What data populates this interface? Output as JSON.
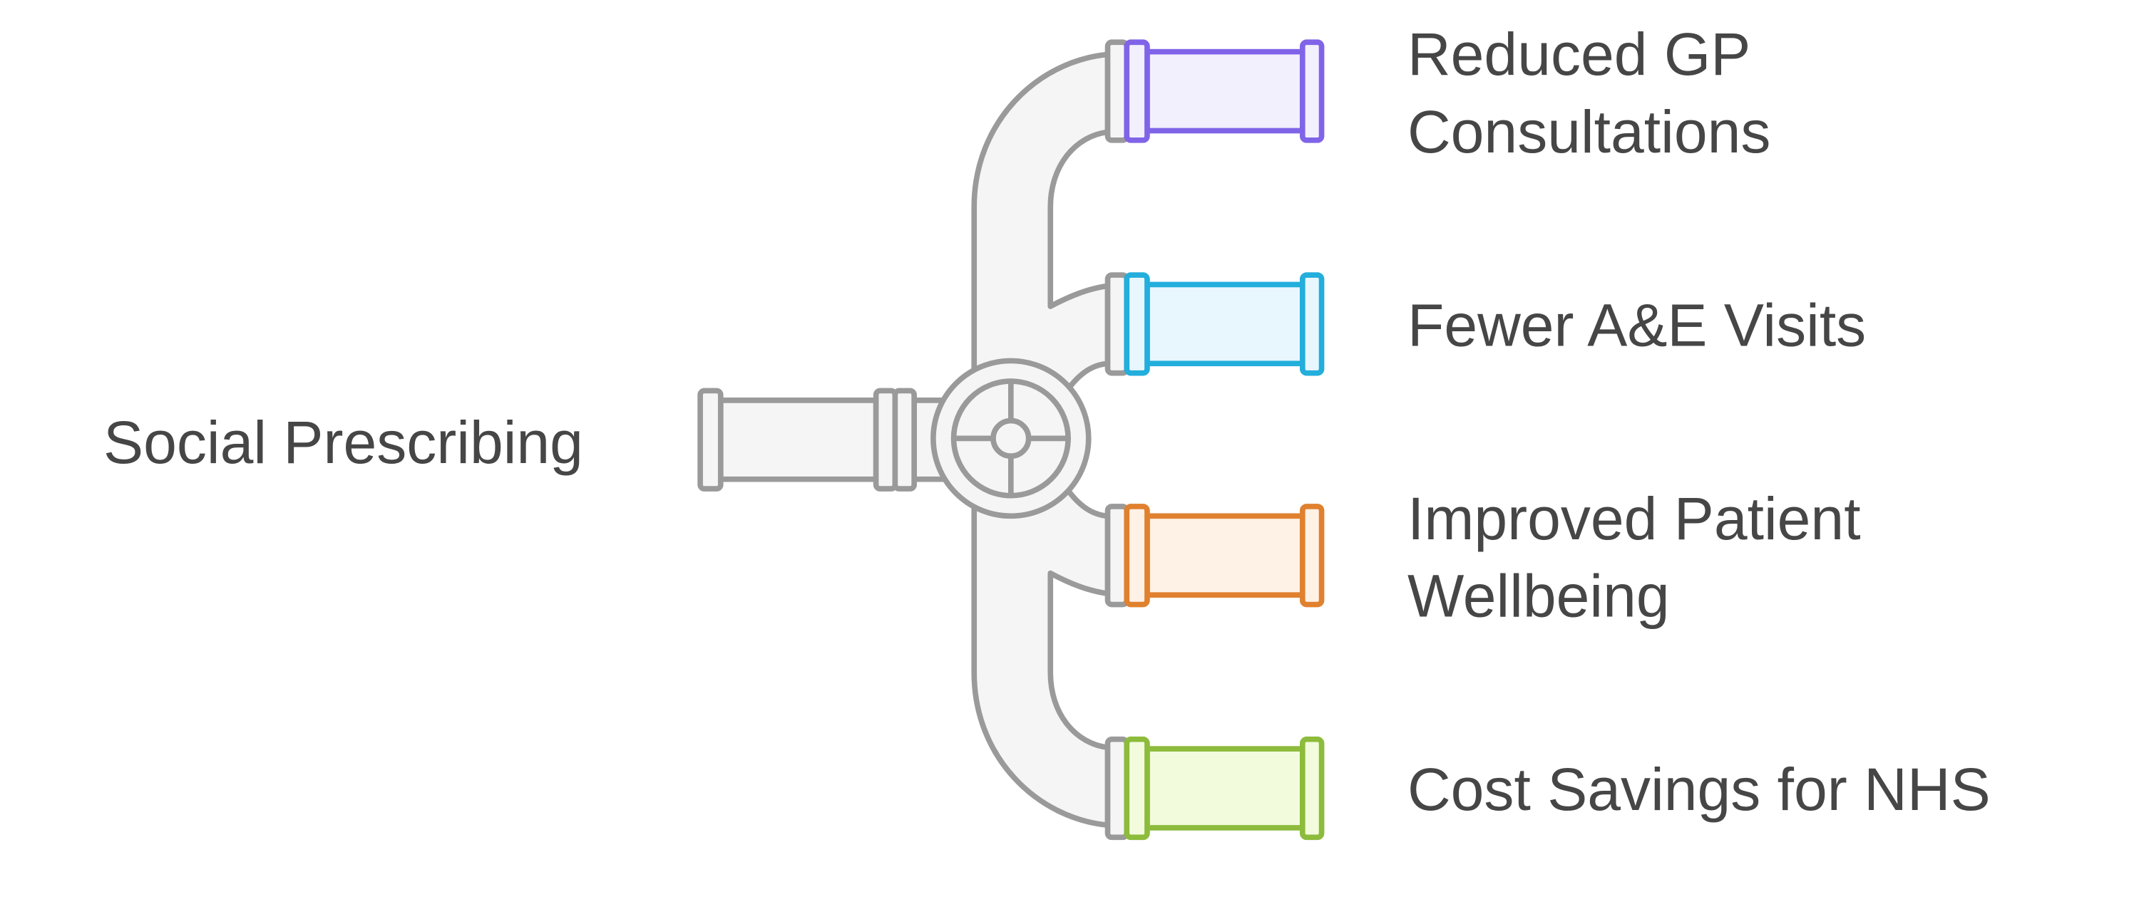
{
  "source": {
    "label": "Social Prescribing"
  },
  "outcomes": [
    {
      "lines": [
        "Reduced GP",
        "Consultations"
      ],
      "color": "#8064E8",
      "fill": "#F2F0FD"
    },
    {
      "lines": [
        "Fewer A&E Visits"
      ],
      "color": "#23AEDC",
      "fill": "#E8F7FD"
    },
    {
      "lines": [
        "Improved Patient",
        "Wellbeing"
      ],
      "color": "#E0812F",
      "fill": "#FEF1E5"
    },
    {
      "lines": [
        "Cost Savings for NHS"
      ],
      "color": "#8DBB3B",
      "fill": "#F2FCDC"
    }
  ]
}
